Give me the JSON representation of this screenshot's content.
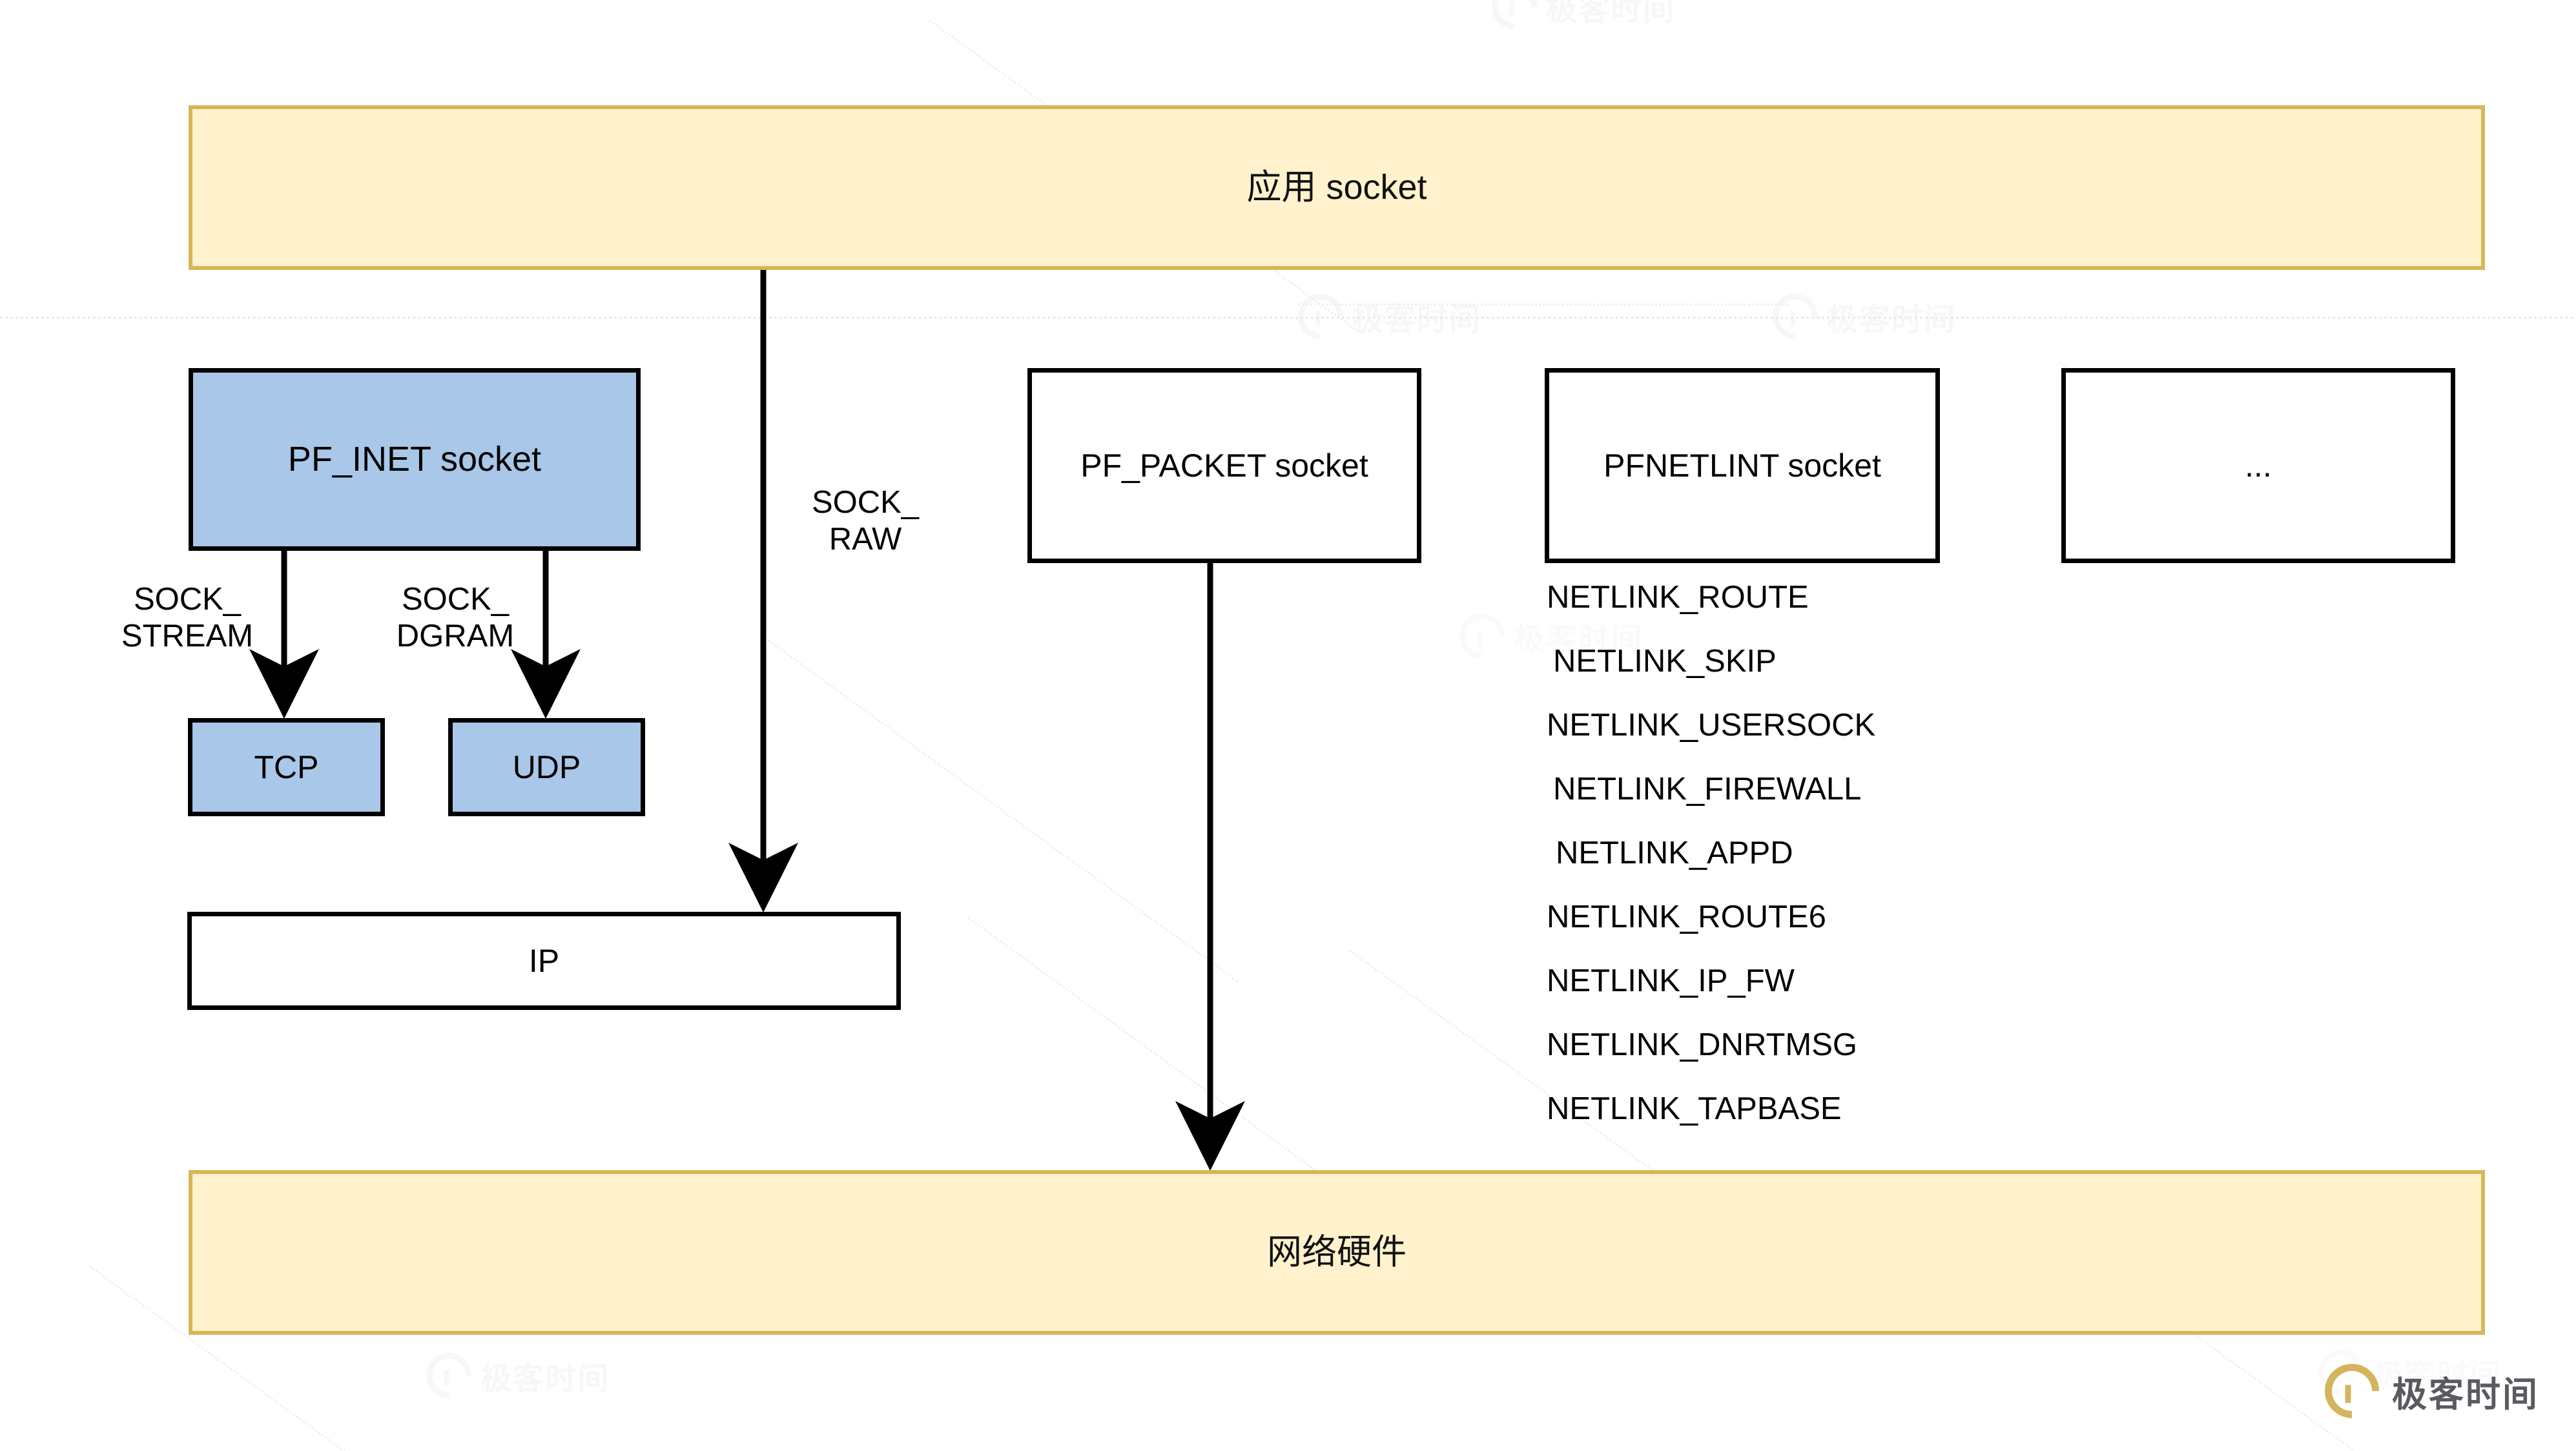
{
  "diagram": {
    "title_layer": {
      "label": "应用 socket"
    },
    "hardware_layer": {
      "label": "网络硬件"
    },
    "nodes": {
      "pf_inet": "PF_INET socket",
      "tcp": "TCP",
      "udp": "UDP",
      "ip": "IP",
      "pf_packet": "PF_PACKET\nsocket",
      "pfnetlint": "PFNETLINT\nsocket",
      "ellipsis": "..."
    },
    "edge_labels": {
      "sock_stream": "SOCK_\nSTREAM",
      "sock_dgram": "SOCK_\nDGRAM",
      "sock_raw": "SOCK_\nRAW"
    },
    "netlink_protocols": [
      "NETLINK_ROUTE",
      "NETLINK_SKIP",
      "NETLINK_USERSOCK",
      "NETLINK_FIREWALL",
      "NETLINK_APPD",
      "NETLINK_ROUTE6",
      "NETLINK_IP_FW",
      "NETLINK_DNRTMSG",
      "NETLINK_TAPBASE"
    ],
    "colors": {
      "layer_fill": "#fff2cc",
      "layer_border": "#d6b656",
      "node_fill": "#a9c7e8",
      "node_border": "#000000",
      "watermark": "#e3e5ea",
      "brand_gold": "#d4b45c"
    }
  },
  "watermark": {
    "text": "极客时间"
  },
  "brand": {
    "text": "极客时间"
  }
}
